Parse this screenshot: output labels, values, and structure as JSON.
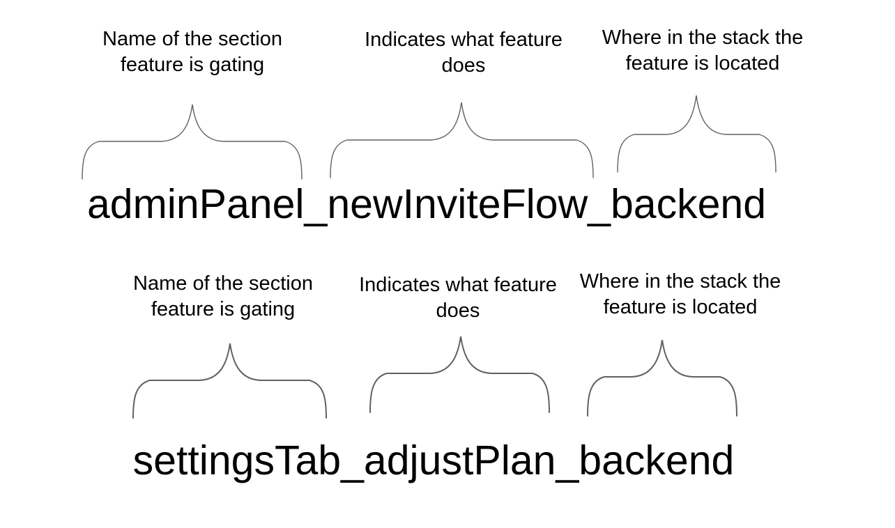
{
  "colors": {
    "background": "#ffffff",
    "text": "#000000",
    "brace": "#616161"
  },
  "groups": [
    {
      "flag_name": "adminPanel_newInviteFlow_backend",
      "labels": [
        {
          "line1": "Name of the section",
          "line2": "feature is gating"
        },
        {
          "line1": "Indicates what feature",
          "line2": "does"
        },
        {
          "line1": "Where in the stack the",
          "line2": "feature is located"
        }
      ]
    },
    {
      "flag_name": "settingsTab_adjustPlan_backend",
      "labels": [
        {
          "line1": "Name of the section",
          "line2": "feature is gating"
        },
        {
          "line1": "Indicates what feature",
          "line2": "does"
        },
        {
          "line1": "Where in the stack the",
          "line2": "feature is located"
        }
      ]
    }
  ]
}
